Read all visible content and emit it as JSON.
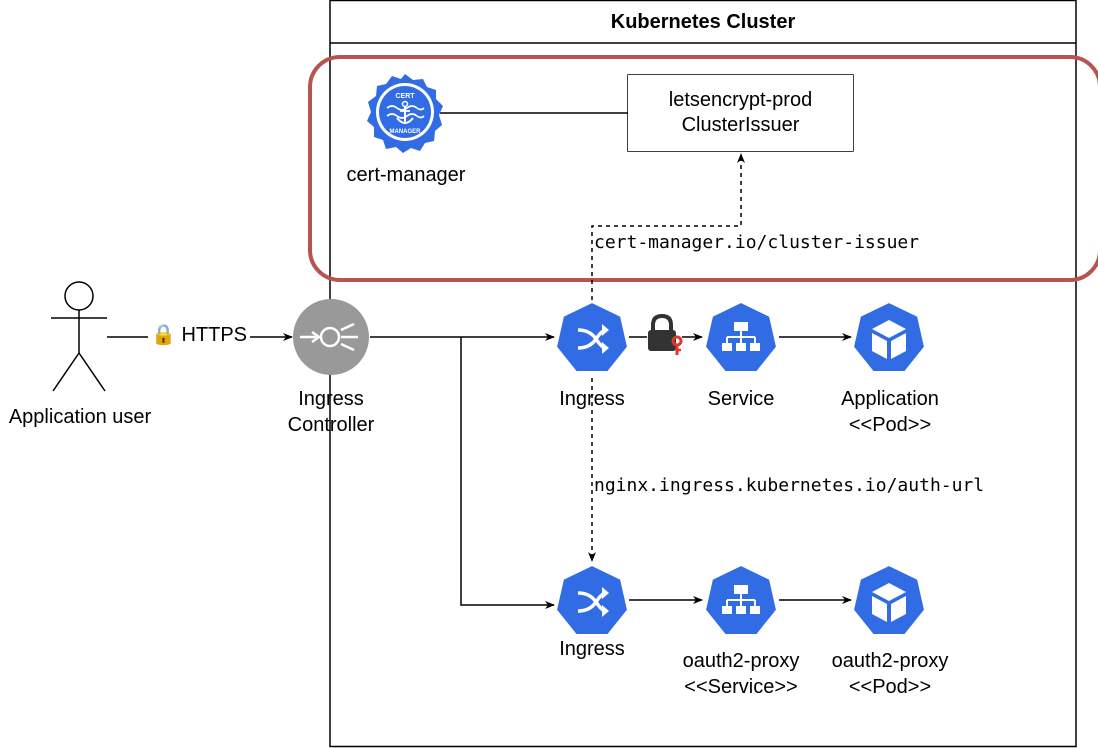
{
  "cluster": {
    "title": "Kubernetes Cluster"
  },
  "actor": {
    "label": "Application user"
  },
  "connection": {
    "lock_icon": "🔒",
    "label": "HTTPS"
  },
  "ingress_controller": {
    "line1": "Ingress",
    "line2": "Controller"
  },
  "cert_manager": {
    "label": "cert-manager",
    "logo_text": "CERT MANAGER",
    "issuer_line1": "letsencrypt-prod",
    "issuer_line2": "ClusterIssuer"
  },
  "annotations": {
    "cluster_issuer": "cert-manager.io/cluster-issuer",
    "auth_url": "nginx.ingress.kubernetes.io/auth-url"
  },
  "app_row": {
    "ingress": "Ingress",
    "service": "Service",
    "pod_line1": "Application",
    "pod_line2": "<<Pod>>"
  },
  "oauth_row": {
    "ingress": "Ingress",
    "service_line1": "oauth2-proxy",
    "service_line2": "<<Service>>",
    "pod_line1": "oauth2-proxy",
    "pod_line2": "<<Pod>>"
  },
  "colors": {
    "k8s_blue": "#326CE5",
    "highlight_red": "#B85450",
    "controller_gray": "#999999",
    "line": "#000000",
    "key_red": "#E0362C",
    "padlock": "#333333"
  }
}
